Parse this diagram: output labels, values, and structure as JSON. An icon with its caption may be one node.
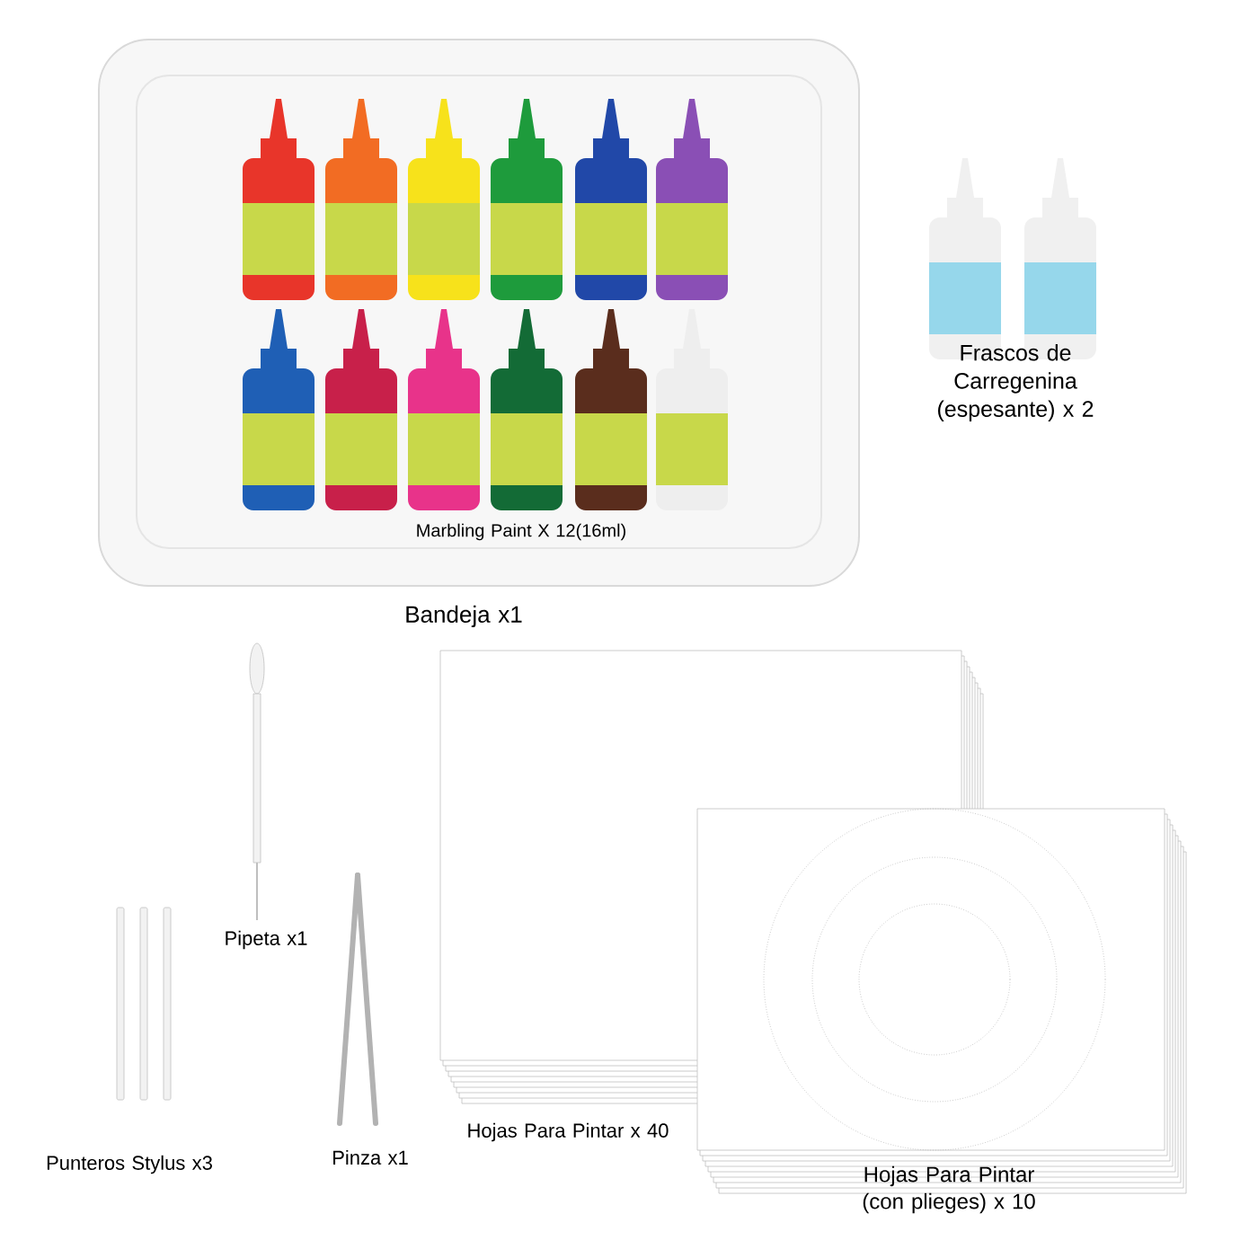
{
  "diagram": {
    "labels": [
      "Marbling Paint X 12(16ml)",
      "Bandeja x1",
      "Frascos de Carregenina (espesante) x 2",
      "Pipeta x1",
      "Punteros Stylus x3",
      "Pinza x1",
      "Hojas Para Pintar x 40",
      "Hojas Para Pintar (con plieges) x 10"
    ]
  }
}
